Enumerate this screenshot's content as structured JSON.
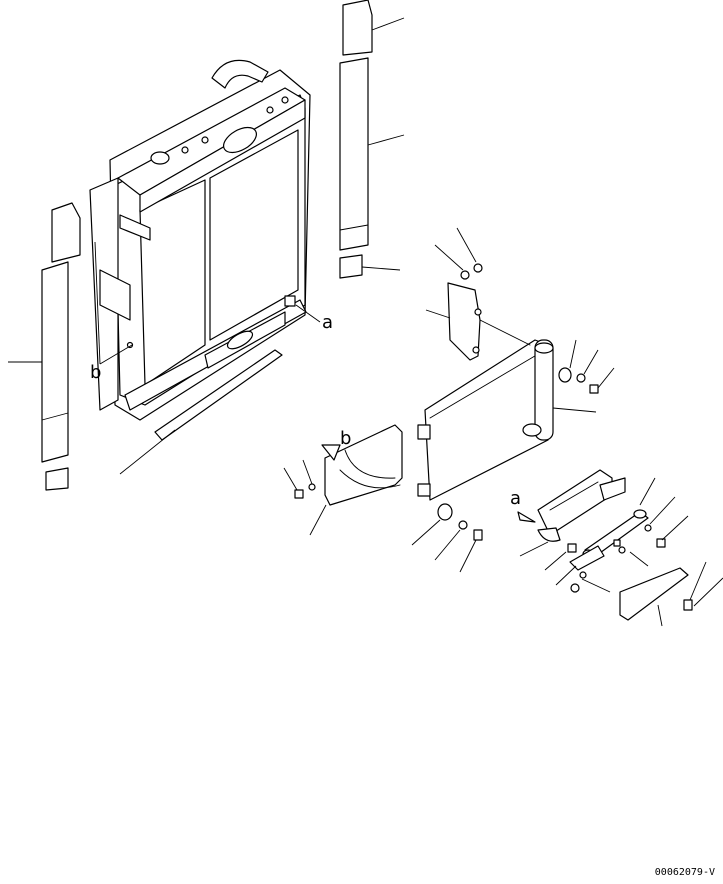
{
  "callouts": {
    "a_upper": "a",
    "a_lower": "a",
    "b_left": "b",
    "b_lower": "b"
  },
  "drawing_code": "00062079-V"
}
